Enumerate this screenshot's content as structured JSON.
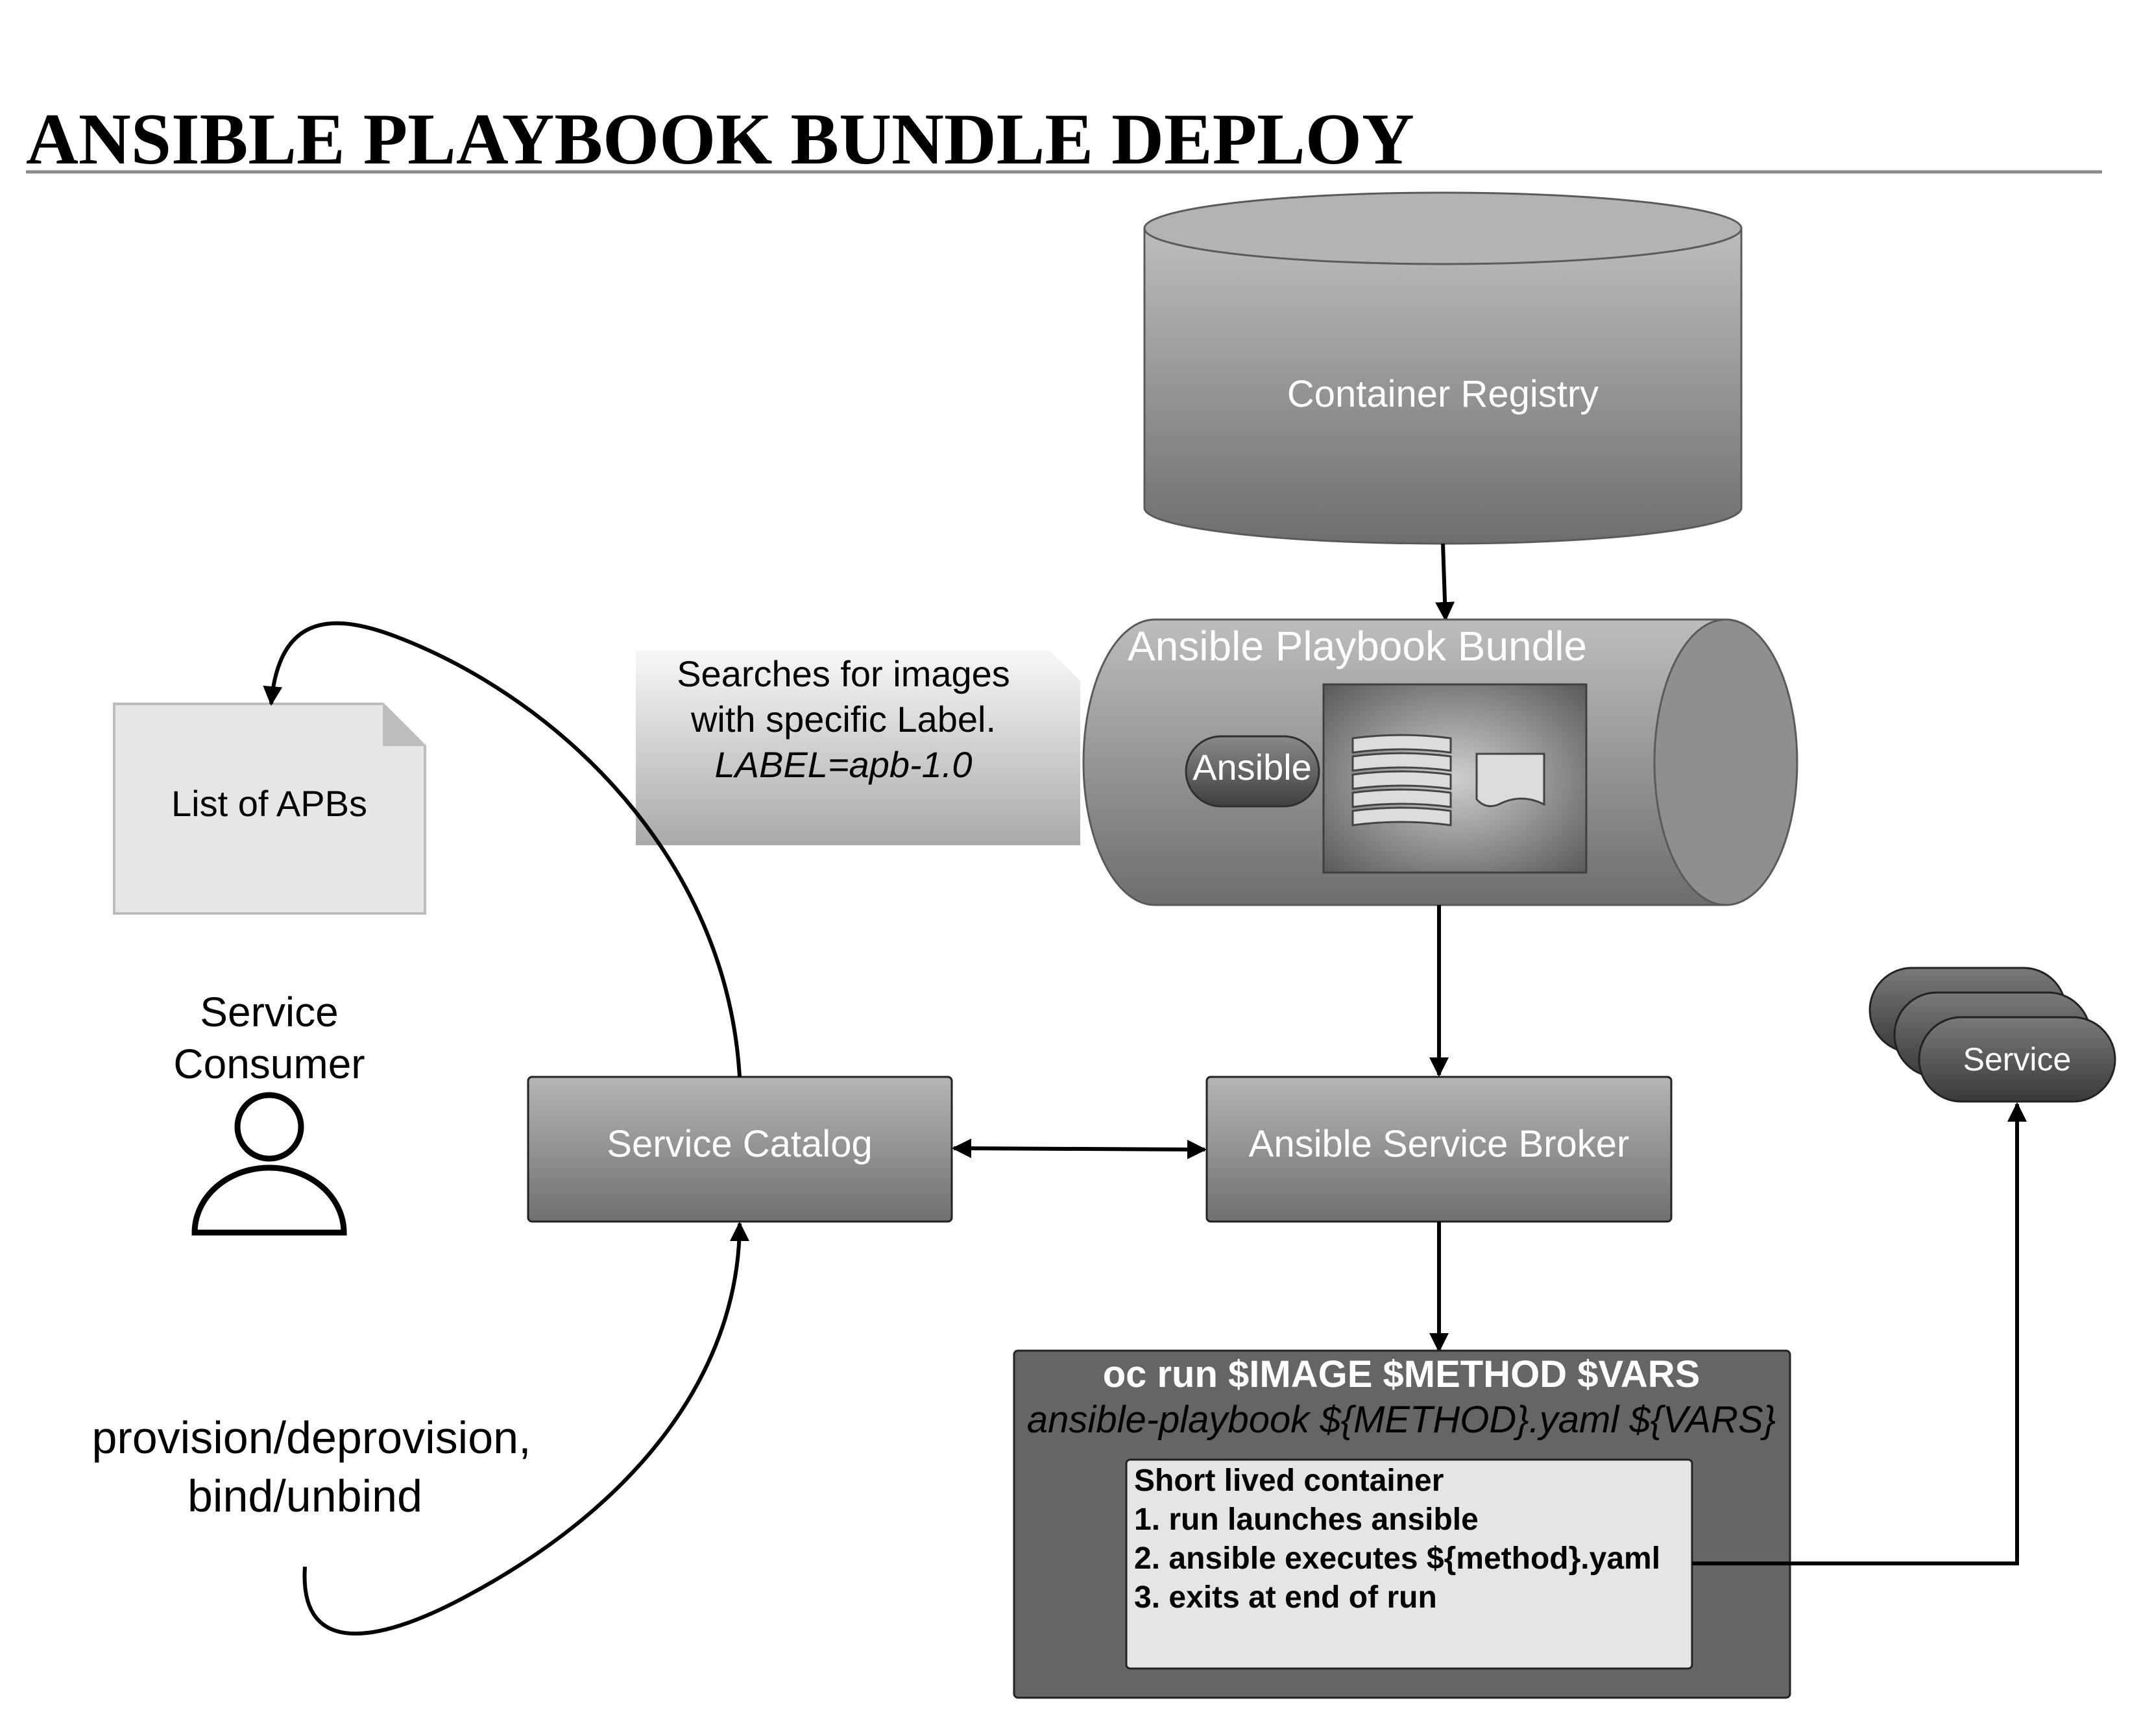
{
  "title": "ANSIBLE PLAYBOOK BUNDLE  DEPLOY",
  "registry": {
    "label": "Container Registry"
  },
  "bundle": {
    "label": "Ansible Playbook Bundle",
    "ansible_pill": "Ansible"
  },
  "note": {
    "line1": "Searches for images",
    "line2": "with specific Label.",
    "line3": "LABEL=apb-1.0"
  },
  "list_apbs": {
    "label": "List of APBs"
  },
  "consumer": {
    "line1": "Service",
    "line2": "Consumer"
  },
  "catalog": {
    "label": "Service Catalog"
  },
  "broker": {
    "label": "Ansible Service Broker"
  },
  "service": {
    "label": "Service"
  },
  "actions": {
    "line1": "provision/deprovision,",
    "line2": "bind/unbind"
  },
  "run_box": {
    "command": "oc run $IMAGE $METHOD $VARS",
    "playbook": "ansible-playbook ${METHOD}.yaml ${VARS}",
    "container": {
      "title": "Short lived container",
      "steps": [
        "1. run launches ansible",
        "2. ansible executes ${method}.yaml",
        "3. exits at end of run"
      ]
    }
  },
  "colors": {
    "dark_box": "#656565",
    "arrow": "#000000",
    "light_box": "#e5e5e5"
  }
}
